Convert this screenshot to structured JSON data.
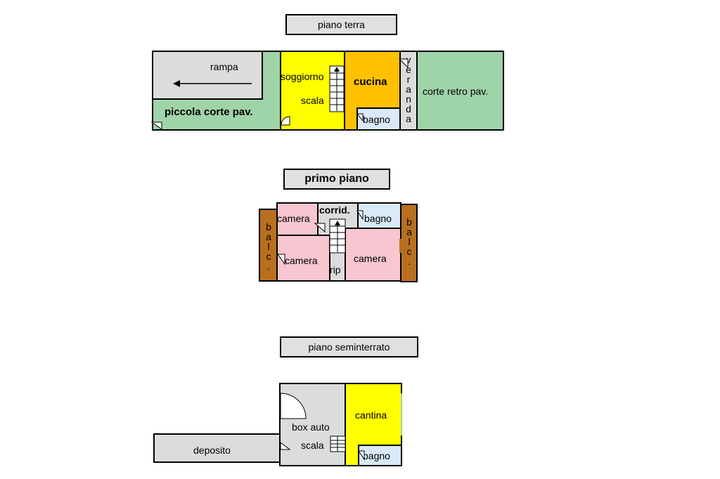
{
  "floors": {
    "ground": {
      "title": "piano terra",
      "rooms": {
        "rampa": "rampa",
        "piccola_corte": "piccola corte pav.",
        "soggiorno": "soggiorno",
        "scala": "scala",
        "cucina": "cucina",
        "bagno": "bagno",
        "veranda": [
          "v",
          "e",
          "r",
          "a",
          "n",
          "d",
          "a"
        ],
        "corte_retro": "corte retro pav."
      }
    },
    "first": {
      "title": "primo piano",
      "rooms": {
        "camera_small": "camera",
        "corrid": "corrid.",
        "bagno": "bagno",
        "camera_left": "camera",
        "rip": "rip",
        "camera_right": "camera",
        "balc_left": [
          "b",
          "a",
          "l",
          "c",
          "."
        ],
        "balc_right": [
          "b",
          "a",
          "l",
          "c",
          "."
        ]
      }
    },
    "basement": {
      "title": "piano seminterrato",
      "rooms": {
        "box_auto": "box auto",
        "scala": "scala",
        "deposito": "deposito",
        "cantina": "cantina",
        "bagno": "bagno"
      }
    }
  },
  "colors": {
    "gray": "#dcdcdc",
    "green": "#9fd3a8",
    "yellow": "#ffff00",
    "orange": "#ffc000",
    "lightblue": "#d9e9f7",
    "pink": "#f7c6d0",
    "brown": "#b8701f"
  }
}
